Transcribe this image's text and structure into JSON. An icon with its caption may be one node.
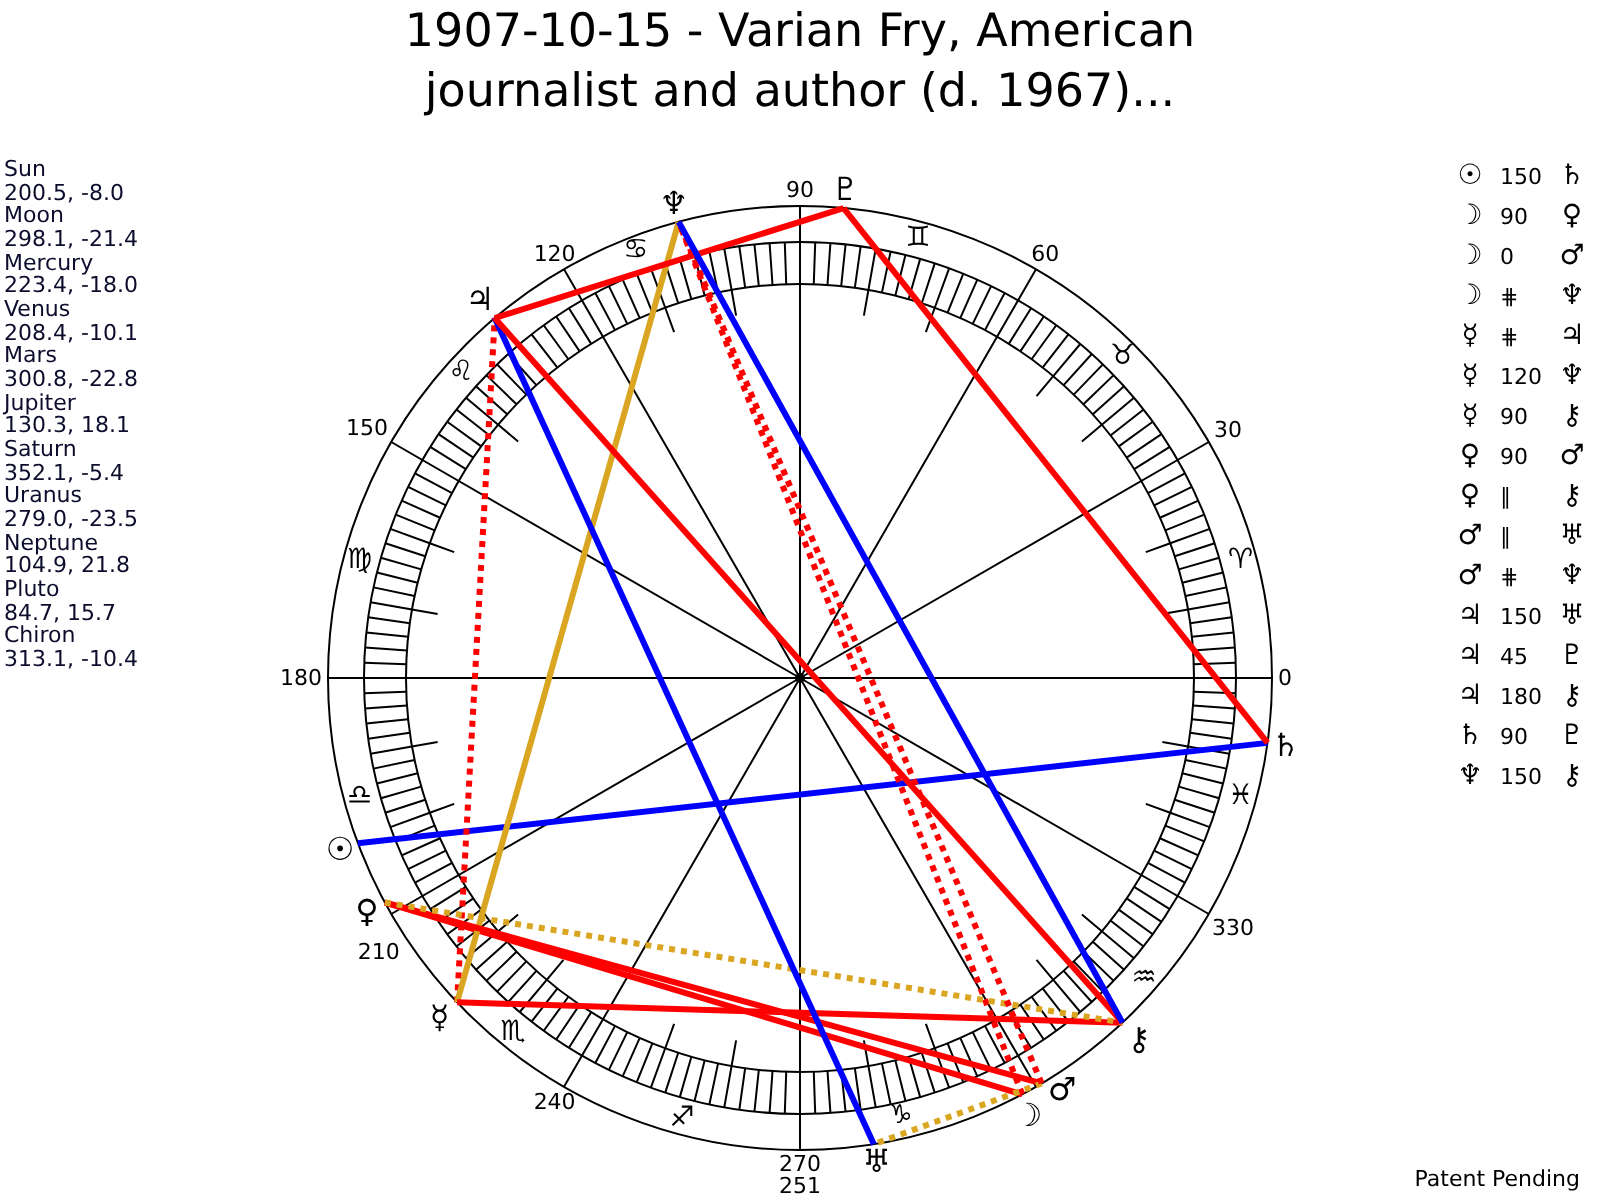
{
  "diagram": {
    "title": "1907-10-15 - Varian Fry, American journalist and author (d. 1967)...",
    "nodes": [
      {
        "text": [
          "☉"
        ]
      },
      {
        "text": [
          "☽"
        ]
      },
      {
        "text": [
          "☿"
        ]
      },
      {
        "text": [
          "♀"
        ]
      },
      {
        "text": [
          "♂"
        ]
      },
      {
        "text": [
          "♃"
        ]
      },
      {
        "text": [
          "♄"
        ]
      },
      {
        "text": [
          "♅"
        ]
      },
      {
        "text": [
          "♆"
        ]
      },
      {
        "text": [
          "♇"
        ]
      },
      {
        "text": [
          "⚷"
        ]
      }
    ],
    "edges": [
      {
        "from": 0,
        "to": 6,
        "arrow": "none",
        "color": "#0000ff"
      },
      {
        "from": 1,
        "to": 3,
        "arrow": "none"
      },
      {
        "from": 1,
        "to": 8,
        "arrow": "none",
        "style": "dashed"
      },
      {
        "from": 2,
        "to": 5,
        "arrow": "none",
        "style": "dashed"
      },
      {
        "from": 2,
        "to": 8,
        "arrow": "none",
        "color": "#daa520"
      },
      {
        "from": 2,
        "to": 10,
        "arrow": "none"
      },
      {
        "from": 3,
        "to": 4,
        "arrow": "none"
      },
      {
        "from": 3,
        "to": 10,
        "arrow": "none",
        "style": "dashed",
        "color": "#daa520"
      },
      {
        "from": 4,
        "to": 7,
        "arrow": "none",
        "style": "dashed",
        "color": "#daa520"
      },
      {
        "from": 4,
        "to": 8,
        "arrow": "none",
        "style": "dashed"
      },
      {
        "from": 5,
        "to": 7,
        "arrow": "none",
        "color": "#0000ff"
      },
      {
        "from": 5,
        "to": 9,
        "arrow": "none"
      },
      {
        "from": 5,
        "to": 10,
        "arrow": "none"
      },
      {
        "from": 6,
        "to": 9,
        "arrow": "none"
      },
      {
        "from": 8,
        "to": 10,
        "arrow": "none",
        "color": "#0000ff"
      }
    ],
    "labels": [
      "Sun",
      "200.5, -8.0",
      "Moon",
      "298.1, -21.4",
      "Mercury",
      "223.4, -18.0",
      "Venus",
      "208.4, -10.1",
      "Mars",
      "300.8, -22.8",
      "Jupiter",
      "130.3, 18.1",
      "Saturn",
      "352.1, -5.4",
      "Uranus",
      "279.0, -23.5",
      "Neptune",
      "104.9, 21.8",
      "Pluto",
      "84.7, 15.7",
      "Chiron",
      "313.1, -10.4",
      "90",
      "120",
      "60",
      "150",
      "30",
      "180",
      "0",
      "210",
      "330",
      "240",
      "270",
      "251",
      "♈",
      "♉",
      "♊",
      "♋",
      "♌",
      "♍",
      "♎",
      "♏",
      "♐",
      "♑",
      "♒",
      "♓",
      "☉",
      "150",
      "♄",
      "☽",
      "90",
      "♀",
      "☽",
      "0",
      "♂",
      "☽",
      "⋕",
      "♆",
      "☿",
      "⋕",
      "♃",
      "☿",
      "120",
      "♆",
      "☿",
      "90",
      "⚷",
      "♀",
      "90",
      "♂",
      "♀",
      "∥",
      "⚷",
      "♂",
      "∥",
      "♅",
      "♂",
      "⋕",
      "♆",
      "♃",
      "150",
      "♅",
      "♃",
      "45",
      "♇",
      "♃",
      "180",
      "⚷",
      "♄",
      "90",
      "♇",
      "♆",
      "150",
      "⚷",
      "Patent Pending"
    ]
  }
}
